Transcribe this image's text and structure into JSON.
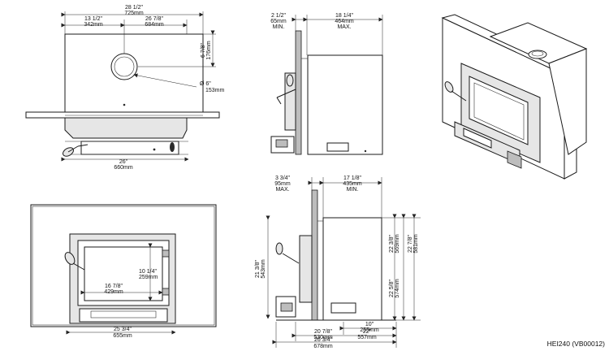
{
  "model_reference": "HEI240 (VB00012)",
  "top_view": {
    "overall_width_in": "28 1/2\"",
    "overall_width_mm": "725mm",
    "flue_offset_in": "13 1/2\"",
    "flue_offset_mm": "342mm",
    "body_width_in": "26 7/8\"",
    "body_width_mm": "684mm",
    "flue_depth_in": "6 7/8\"",
    "flue_depth_mm": "176mm",
    "flue_diameter_in": "Ø  6\"",
    "flue_diameter_mm": "153mm",
    "base_width_in": "26\"",
    "base_width_mm": "660mm"
  },
  "side_view_top": {
    "min_in": "2 1/2\"",
    "min_mm": "65mm",
    "min_label": "MIN.",
    "max_in": "18 1/4\"",
    "max_mm": "464mm",
    "max_label": "MAX."
  },
  "front_view": {
    "door_height_in": "10 1/4\"",
    "door_height_mm": "259mm",
    "door_width_in": "16 7/8\"",
    "door_width_mm": "429mm",
    "overall_width_in": "25 3/4\"",
    "overall_width_mm": "655mm"
  },
  "side_view_bottom": {
    "max_in": "3 3/4\"",
    "max_mm": "95mm",
    "max_label": "MAX.",
    "min_in": "17 1/8\"",
    "min_mm": "435mm",
    "min_label": "MIN.",
    "height_left_in": "21 3/8\"",
    "height_left_mm": "543mm",
    "height_a_in": "22 3/8\"",
    "height_a_mm": "569mm",
    "height_b_in": "22 7/8\"",
    "height_b_mm": "581mm",
    "height_c_in": "22 5/8\"",
    "height_c_mm": "574mm",
    "d1_in": "10\"",
    "d1_mm": "255mm",
    "d2_in": "20 7/8\"",
    "d2_mm": "530mm",
    "d3_in": "22\"",
    "d3_mm": "557mm",
    "d4_in": "26 3/4\"",
    "d4_mm": "678mm"
  }
}
